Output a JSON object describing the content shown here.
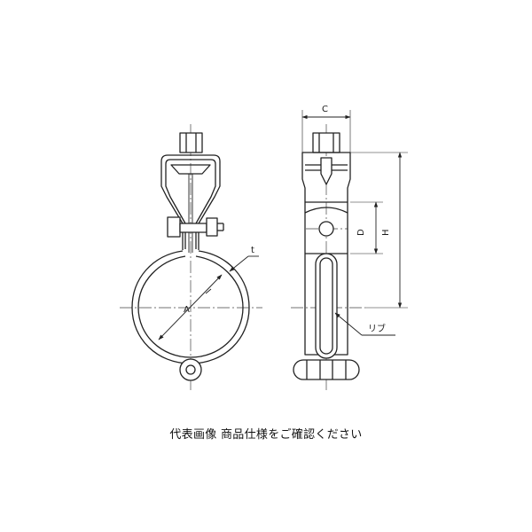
{
  "labels": {
    "a": "A",
    "t": "t",
    "c": "C",
    "d": "D",
    "h": "H",
    "rib": "リブ"
  },
  "caption": "代表画像 商品仕様をご確認ください"
}
